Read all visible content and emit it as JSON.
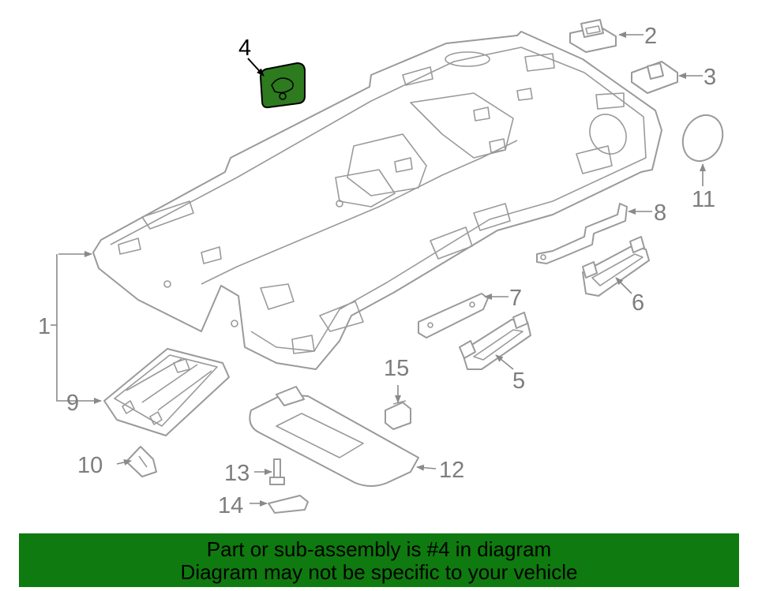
{
  "callouts": {
    "c1": "1",
    "c2": "2",
    "c3": "3",
    "c4": "4",
    "c5": "5",
    "c6": "6",
    "c7": "7",
    "c8": "8",
    "c9": "9",
    "c10": "10",
    "c11": "11",
    "c12": "12",
    "c13": "13",
    "c14": "14",
    "c15": "15"
  },
  "highlight": {
    "part_number": "4",
    "color": "#2d7a1f"
  },
  "banner": {
    "line1": "Part or sub-assembly is #4 in diagram",
    "line2": "Diagram may not be specific to your vehicle",
    "color": "#0f7a0f"
  }
}
